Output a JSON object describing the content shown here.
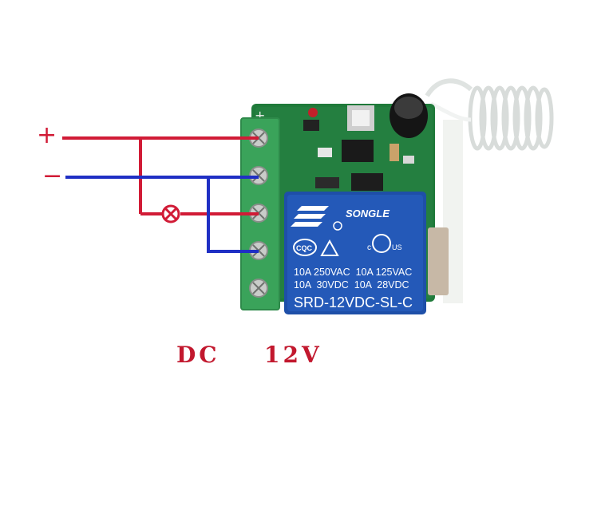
{
  "diagram": {
    "plus_label": "+",
    "minus_label": "−",
    "caption_dc": "DC",
    "caption_voltage": "12V",
    "relay": {
      "brand": "SONGLE",
      "cert_left": "CQC",
      "cert_ul": "US",
      "rating_line1": "10A 250VAC  10A 125VAC",
      "rating_line2": "10A  30VDC  10A  28VDC",
      "model": "SRD-12VDC-SL-C"
    },
    "pcb_marks": {
      "plus_mark": "+"
    },
    "colors": {
      "positive_wire": "#d11b36",
      "negative_wire": "#1f2fc4",
      "caption": "#c2182e",
      "pcb": "#1f7a3a",
      "terminal_block": "#3aa35a",
      "relay": "#1e4fa8",
      "antenna": "#e9eceb"
    },
    "icons": [
      "lamp-symbol-icon",
      "terminal-screw-icon"
    ]
  }
}
